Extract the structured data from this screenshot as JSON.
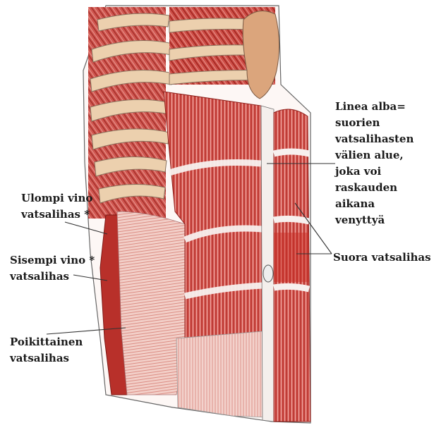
{
  "labels": {
    "linea_alba": [
      "Linea alba=",
      "suorien",
      "vatsalihasten",
      "välien alue,",
      "joka voi",
      "raskauden",
      "aikana",
      "venyttyä"
    ],
    "suora": "Suora vatsalihas",
    "ulompi": [
      "Ulompi vino",
      "vatsalihas *"
    ],
    "sisempi": [
      "Sisempi vino *",
      "vatsalihas"
    ],
    "poikittainen": [
      "Poikittainen",
      "vatsalihas"
    ]
  },
  "colors": {
    "muscle_red": "#c8463f",
    "muscle_deep": "#a82a24",
    "rib_tan": "#e9cba8",
    "shoulder": "#d7a27a",
    "pencil": "#555555"
  }
}
